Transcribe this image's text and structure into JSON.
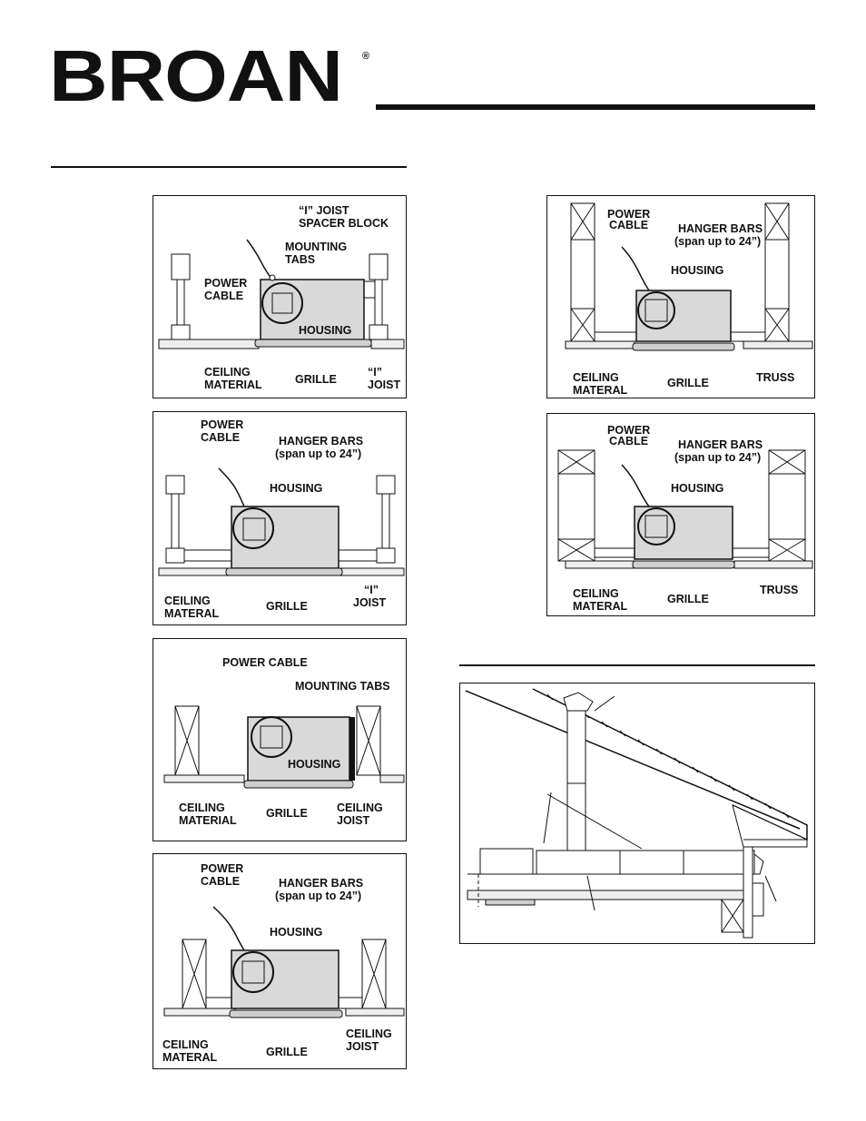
{
  "brand": {
    "name": "BROAN",
    "registered": "®"
  },
  "labels": {
    "i_joist_spacer_block": [
      "“I” JOIST",
      "SPACER BLOCK"
    ],
    "mounting_tabs_2line": [
      "MOUNTING",
      "TABS"
    ],
    "mounting_tabs": "MOUNTING TABS",
    "power_cable_2line": [
      "POWER",
      "CABLE"
    ],
    "power_cable": "POWER CABLE",
    "housing": "HOUSING",
    "grille": "GRILLE",
    "ceiling_material": [
      "CEILING",
      "MATERIAL"
    ],
    "ceiling_materal": [
      "CEILING",
      "MATERAL"
    ],
    "i_joist": [
      "“I”",
      "JOIST"
    ],
    "ceiling_joist": [
      "CEILING",
      "JOIST"
    ],
    "hanger_bars": [
      "HANGER BARS",
      "(span up to 24”)"
    ],
    "truss": "TRUSS"
  },
  "colors": {
    "housing_fill": "#d9d9d9",
    "grille_fill": "#cfcfcf",
    "line": "#111111"
  }
}
